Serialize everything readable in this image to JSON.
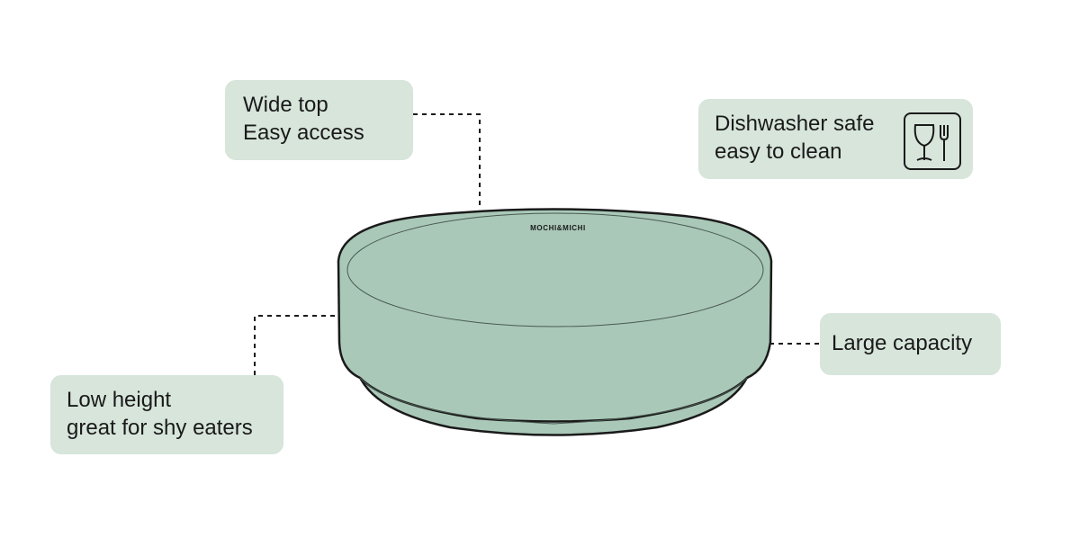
{
  "brand": "MOCHI&MICHI",
  "callouts": {
    "wide_top": {
      "line1": "Wide top",
      "line2": "Easy access"
    },
    "dishwasher": {
      "line1": "Dishwasher safe",
      "line2": "easy to clean",
      "icon": "glass-fork-icon"
    },
    "capacity": {
      "line1": "Large capacity"
    },
    "low_height": {
      "line1": "Low height",
      "line2": "great for shy eaters"
    }
  },
  "colors": {
    "box": "#d7e5db",
    "bowl": "#a9c8b8",
    "line": "#1a1a1a"
  }
}
